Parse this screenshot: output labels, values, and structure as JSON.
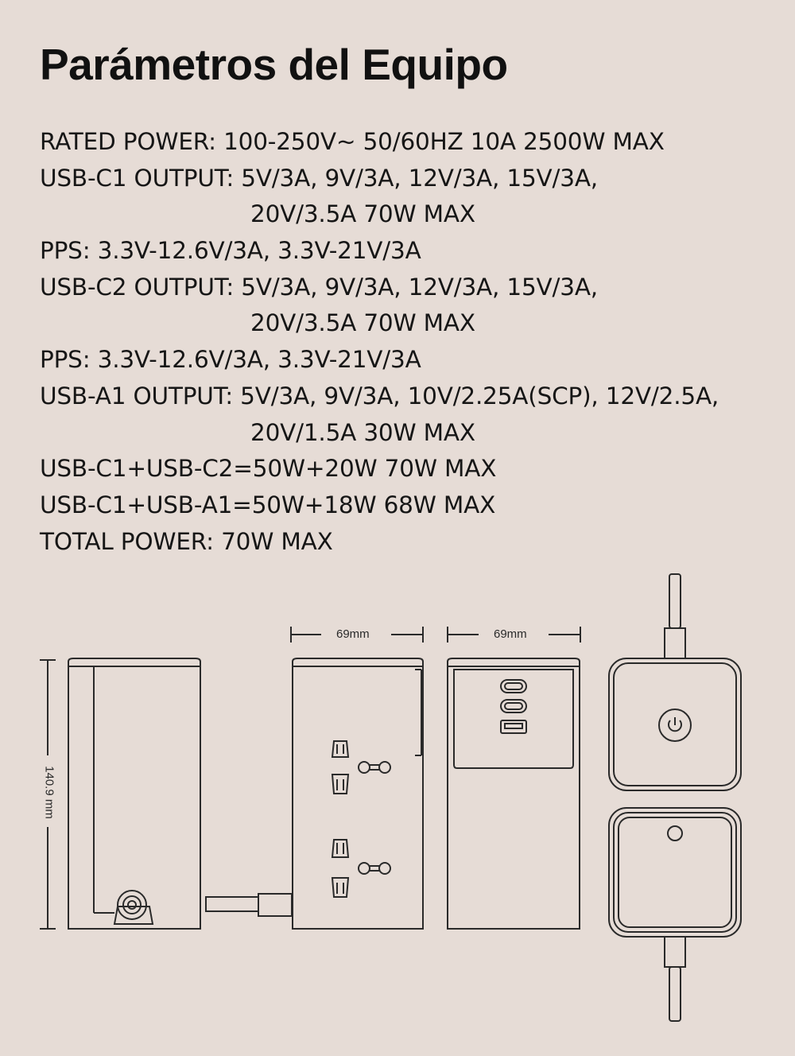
{
  "title": "Parámetros del Equipo",
  "specs": [
    {
      "text": "RATED POWER: 100-250V~ 50/60HZ 10A 2500W MAX",
      "indent": false
    },
    {
      "text": "USB-C1 OUTPUT: 5V/3A, 9V/3A, 12V/3A, 15V/3A,",
      "indent": false
    },
    {
      "text": "20V/3.5A 70W MAX",
      "indent": true
    },
    {
      "text": "PPS: 3.3V-12.6V/3A, 3.3V-21V/3A",
      "indent": false
    },
    {
      "text": "USB-C2 OUTPUT: 5V/3A, 9V/3A, 12V/3A, 15V/3A,",
      "indent": false
    },
    {
      "text": "20V/3.5A 70W MAX",
      "indent": true
    },
    {
      "text": "PPS: 3.3V-12.6V/3A, 3.3V-21V/3A",
      "indent": false
    },
    {
      "text": "USB-A1 OUTPUT: 5V/3A, 9V/3A, 10V/2.25A(SCP), 12V/2.5A,",
      "indent": false
    },
    {
      "text": "20V/1.5A 30W MAX",
      "indent": true
    },
    {
      "text": "USB-C1+USB-C2=50W+20W 70W MAX",
      "indent": false
    },
    {
      "text": "USB-C1+USB-A1=50W+18W 68W MAX",
      "indent": false
    },
    {
      "text": "TOTAL POWER: 70W MAX",
      "indent": false
    }
  ],
  "dimensions": {
    "height_label": "140.9 mm",
    "width_label_1": "69mm",
    "width_label_2": "69mm"
  },
  "colors": {
    "background": "#e6dcd6",
    "line": "#2a2a2a"
  }
}
